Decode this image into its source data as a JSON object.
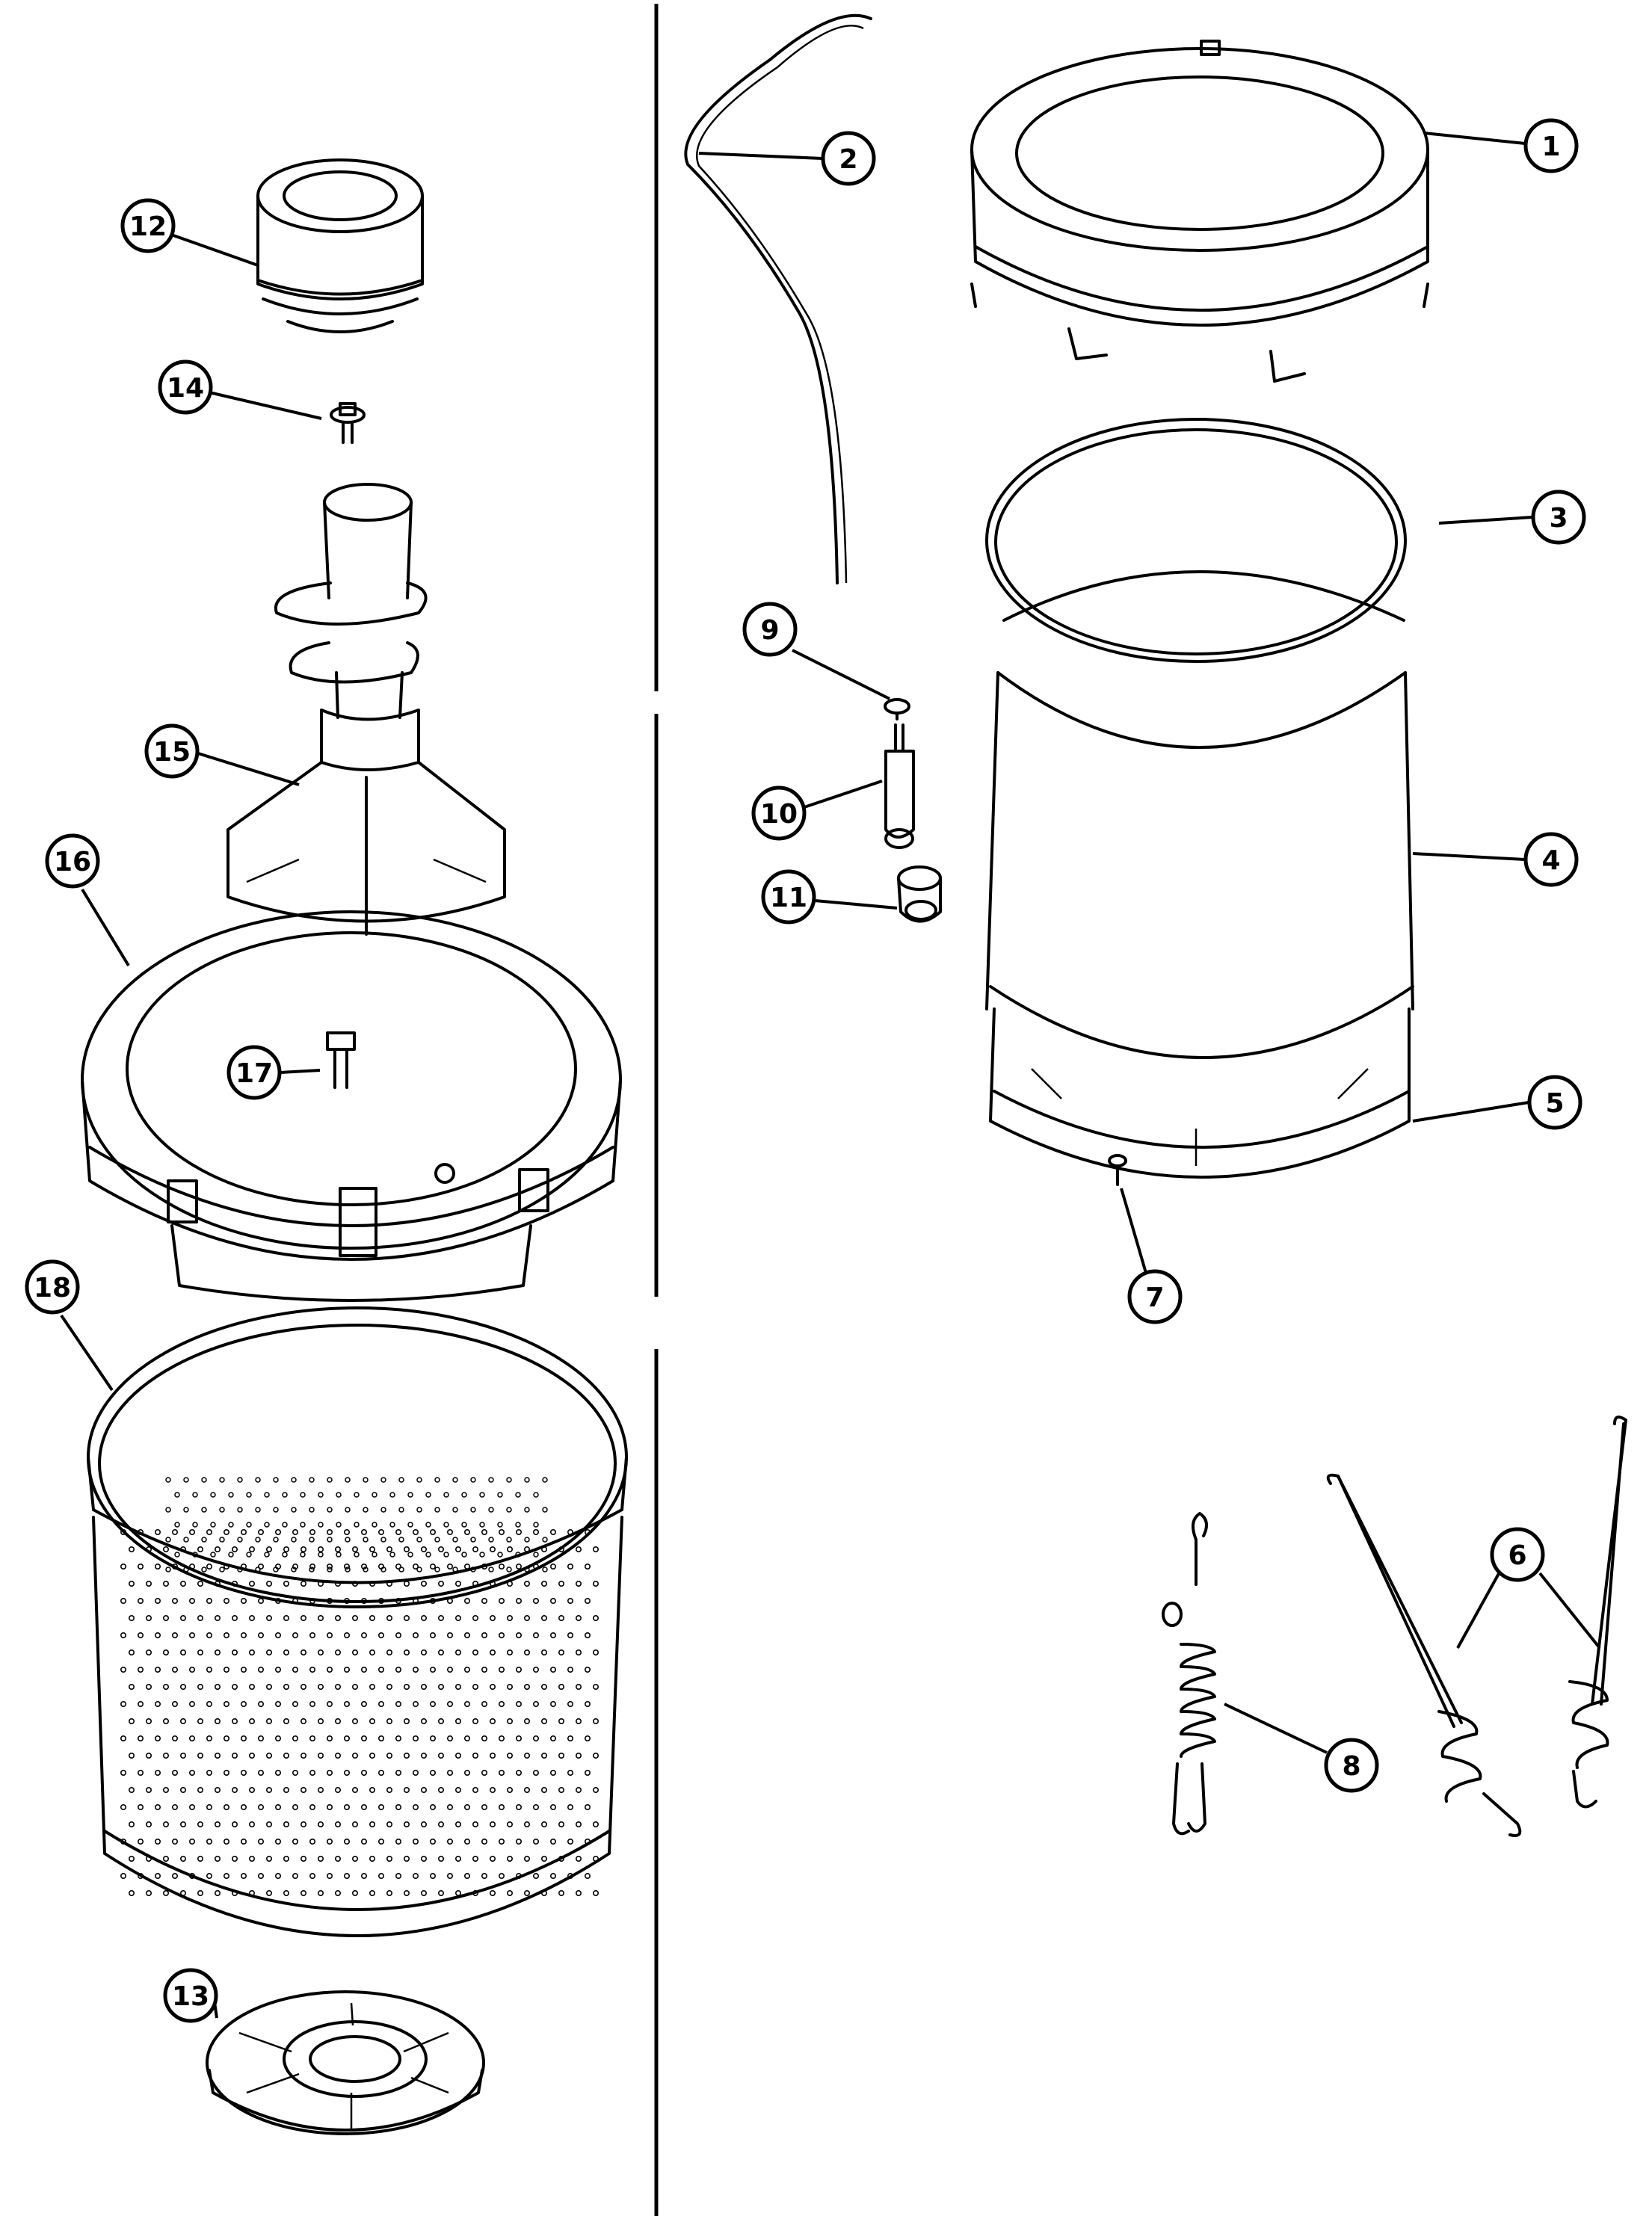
{
  "callouts": [
    {
      "id": "1",
      "name": "callout-1",
      "part": "tub-ring"
    },
    {
      "id": "2",
      "name": "callout-2",
      "part": "hose"
    },
    {
      "id": "3",
      "name": "callout-3",
      "part": "gasket"
    },
    {
      "id": "4",
      "name": "callout-4",
      "part": "outer-tub"
    },
    {
      "id": "5",
      "name": "callout-5",
      "part": "tub-base"
    },
    {
      "id": "6",
      "name": "callout-6",
      "part": "suspension-rod"
    },
    {
      "id": "7",
      "name": "callout-7",
      "part": "screw"
    },
    {
      "id": "8",
      "name": "callout-8",
      "part": "spring"
    },
    {
      "id": "9",
      "name": "callout-9",
      "part": "clamp"
    },
    {
      "id": "10",
      "name": "callout-10",
      "part": "fitting"
    },
    {
      "id": "11",
      "name": "callout-11",
      "part": "grommet"
    },
    {
      "id": "12",
      "name": "callout-12",
      "part": "agitator-cap"
    },
    {
      "id": "13",
      "name": "callout-13",
      "part": "hub"
    },
    {
      "id": "14",
      "name": "callout-14",
      "part": "bolt"
    },
    {
      "id": "15",
      "name": "callout-15",
      "part": "agitator"
    },
    {
      "id": "16",
      "name": "callout-16",
      "part": "balance-ring"
    },
    {
      "id": "17",
      "name": "callout-17",
      "part": "bolt"
    },
    {
      "id": "18",
      "name": "callout-18",
      "part": "basket"
    }
  ],
  "colors": {
    "ink": "#000000",
    "paper": "#ffffff"
  }
}
